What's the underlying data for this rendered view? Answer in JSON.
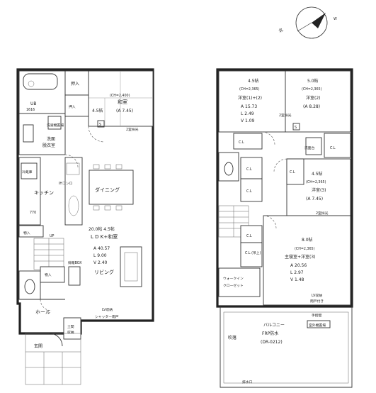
{
  "compass": {
    "north_label": "北",
    "mark_label": "W"
  },
  "first_floor": {
    "bath": {
      "name": "UB",
      "size": "1616"
    },
    "storage_left": "押入",
    "washroom": {
      "name": "洗面",
      "sub": "脱衣室",
      "tag": "洗濯機置場"
    },
    "wardrobe": "押入",
    "japanese_room": {
      "ceiling": "(CH=2,400)",
      "name": "和室",
      "mats": "4.5帖",
      "area": "(A  7.45)"
    },
    "skylight_note": "2室採光",
    "fridge": "冷蔵庫",
    "cooktop": "IHコンロ",
    "dining": "ダイニング",
    "kitchen": "キッチン",
    "kitchen_width": "770",
    "storage_hall": "物入",
    "upstairs": "UP",
    "ldk": {
      "line1": "20.0帖  4.5帖",
      "line2": "L D K+和室",
      "area": "A  40.57",
      "l": "L   9.00",
      "v": "V   2.40",
      "living": "リビング"
    },
    "toilet_storage": "物入",
    "tv_box": "情報BOX",
    "hall": "ホール",
    "shoes": {
      "line1": "土間",
      "line2": "収納"
    },
    "entrance": "玄関",
    "bay_note_1": "LV収納",
    "bay_note_2": "シャッター雨戸",
    "s_mark": "S"
  },
  "second_floor": {
    "room1": {
      "mats": "4.5帖",
      "ceiling": "(CH=2,365)",
      "name": "洋室(1)+(2)",
      "area": "A  15.73",
      "l": "L   2.49",
      "v": "V   1.09"
    },
    "room2": {
      "mats": "5.0帖",
      "ceiling": "(CH=2,365)",
      "name": "洋室(2)",
      "area": "(A  8.28)"
    },
    "skylight_note": "2室採光",
    "closets": [
      "C.L",
      "C.L",
      "C.L",
      "C.L",
      "C.L",
      "C.L"
    ],
    "wash": "洗面台",
    "room3": {
      "mats": "4.5帖",
      "ceiling": "(CH=2,365)",
      "name": "洋室(3)",
      "area": "(A  7.45)"
    },
    "skylight_note_2": "2室採光",
    "master": {
      "mats": "8.0帖",
      "ceiling": "(CH=2,365)",
      "name": "主寝室+洋室(3)",
      "area": "A  20.56",
      "l": "L   2.97",
      "v": "V   1.48"
    },
    "closet_upper": "C.L\n(吊上)",
    "wic": {
      "line1": "ウォークイン",
      "line2": "クローゼット"
    },
    "lv_note_1": "LV収納",
    "lv_note_2": "雨戸付き",
    "balcony": {
      "line1": "バルコニー",
      "line2": "FRP防水",
      "line3": "(DR-0212)"
    },
    "gutter": "排水口",
    "drop": "吹落",
    "balcony_mark": "手摺壁",
    "outlet_box": "室外機置場",
    "s_mark": "S"
  }
}
